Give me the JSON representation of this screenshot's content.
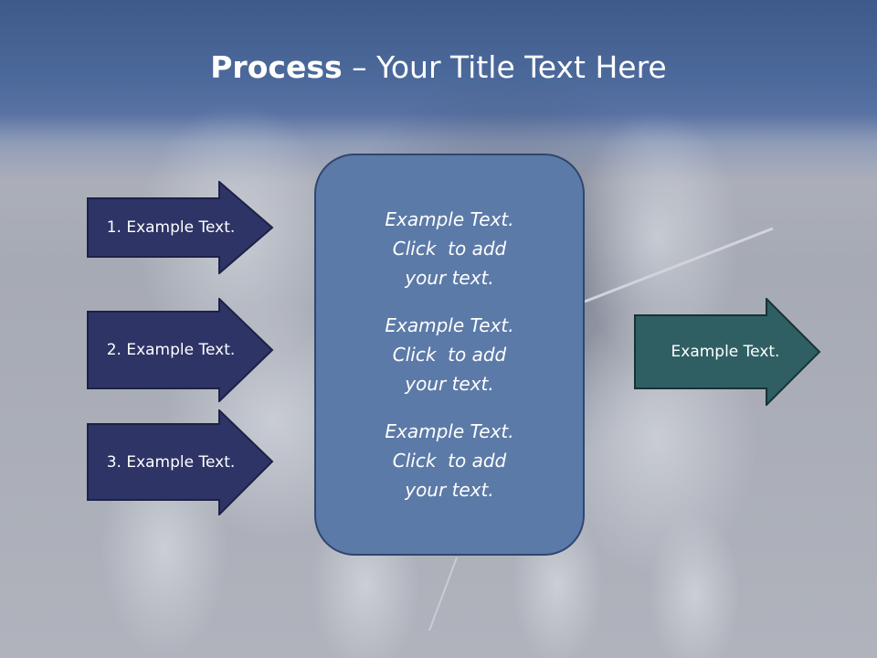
{
  "slide": {
    "title_bold": "Process",
    "title_rest": " – Your Title Text Here"
  },
  "left_arrows": [
    {
      "label": "1. Example Text."
    },
    {
      "label": "2. Example Text."
    },
    {
      "label": "3. Example Text."
    }
  ],
  "center_box": {
    "blocks": [
      {
        "line1": "Example Text.",
        "line2": "Click  to add",
        "line3": "your text."
      },
      {
        "line1": "Example Text.",
        "line2": "Click  to add",
        "line3": "your text."
      },
      {
        "line1": "Example Text.",
        "line2": "Click  to add",
        "line3": "your text."
      }
    ]
  },
  "right_arrow": {
    "label": "Example Text."
  },
  "colors": {
    "header": "#4d6a9c",
    "left_arrow_fill": "#2e3466",
    "center_box_fill": "#5b7aa7",
    "right_arrow_fill": "#2f5f63",
    "text": "#ffffff"
  },
  "background_image": "fencers-photo"
}
